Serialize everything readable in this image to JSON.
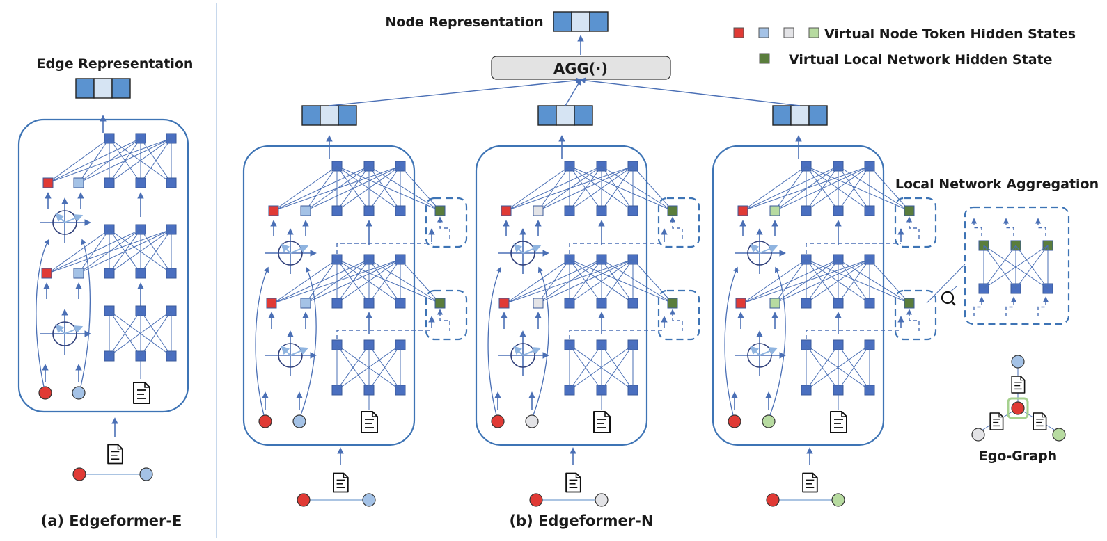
{
  "colors": {
    "line": "#4a6fb5",
    "box_stroke": "#3e74b5",
    "node_blue": "#4a6fc0",
    "node_stroke": "#3a5a9a",
    "red": "#e03a35",
    "light_blue": "#a4c2e6",
    "light_gray": "#e3e3e6",
    "light_green": "#b7dba0",
    "dark_green": "#5a7d3c",
    "rep_blue": "#5b93d0",
    "rep_light": "#d6e4f3",
    "agg_fill": "#e3e3e3",
    "ego_highlight": "#a6d18f"
  },
  "panel_a": {
    "title": "Edge Representation",
    "caption": "(a) Edgeformer-E",
    "virtual_token_color": "light_blue",
    "target_node_color": "light_blue"
  },
  "panel_b": {
    "title": "Node Representation",
    "agg_label": "AGG(·)",
    "caption": "(b) Edgeformer-N",
    "blocks": [
      {
        "virtual_token_color": "light_blue",
        "neighbor_color": "light_blue"
      },
      {
        "virtual_token_color": "light_gray",
        "neighbor_color": "light_gray"
      },
      {
        "virtual_token_color": "light_green",
        "neighbor_color": "light_green"
      }
    ]
  },
  "legend": {
    "items": [
      {
        "swatches": [
          "red",
          "light_blue",
          "light_gray",
          "light_green"
        ],
        "label": "Virtual Node Token Hidden States"
      },
      {
        "swatches": [
          "dark_green"
        ],
        "label": "Virtual Local Network Hidden State"
      }
    ]
  },
  "zoom_inset": {
    "title": "Local Network Aggregation"
  },
  "ego_graph": {
    "label": "Ego-Graph",
    "center_color": "red",
    "neighbors": [
      "light_blue",
      "light_gray",
      "light_green"
    ]
  }
}
